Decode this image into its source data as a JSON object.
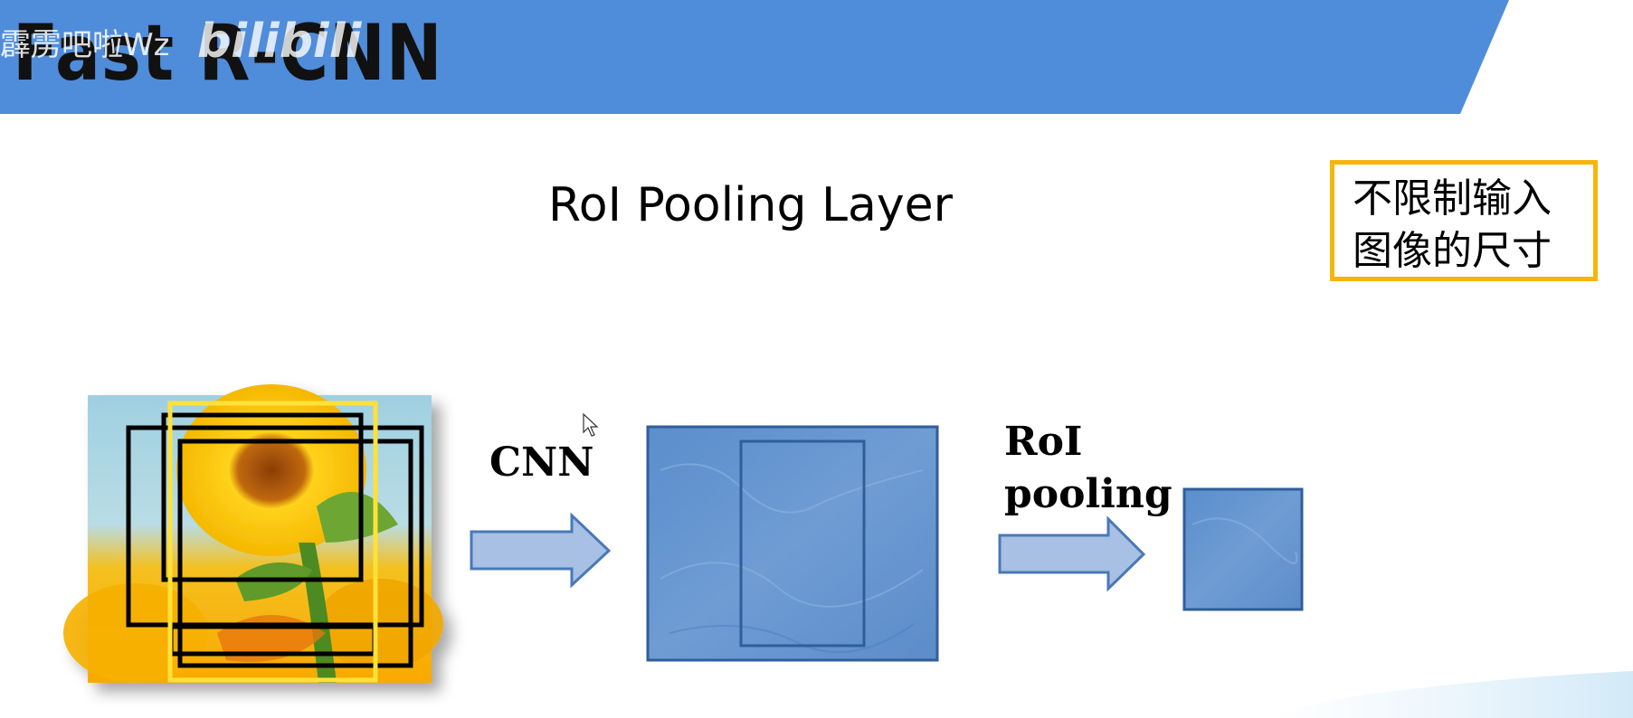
{
  "header": {
    "title": "Fast R-CNN",
    "watermark_text": "霹雳吧啦Wz",
    "watermark_logo": "bilibili",
    "banner_color": "#4F8CDA"
  },
  "slide": {
    "subtitle": "RoI Pooling Layer",
    "note_lines": [
      "不限制输入",
      "图像的尺寸"
    ],
    "note_border_color": "#F5B50A"
  },
  "diagram": {
    "cnn_label": "CNN",
    "roi_label_line1": "RoI",
    "roi_label_line2": "pooling",
    "feature_map_color": "#4F81BD",
    "arrow_color": "#A7C0E3",
    "proposal_box_color": "#000000",
    "highlight_box_color": "#FFE13A"
  }
}
